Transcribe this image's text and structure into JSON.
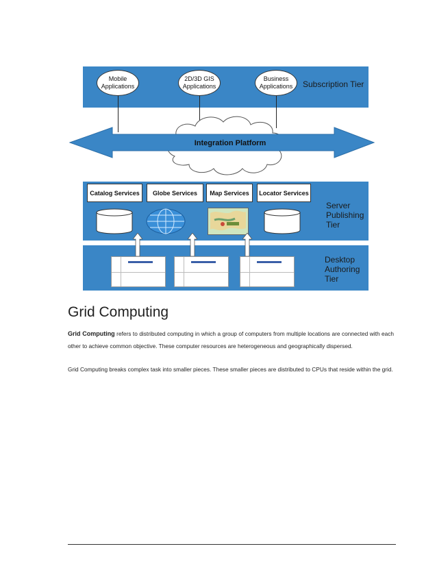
{
  "diagram": {
    "subscription": {
      "tier_label": "Subscription Tier",
      "apps": [
        "Mobile Applications",
        "2D/3D GIS Applications",
        "Business Applications"
      ]
    },
    "integration_label": "Integration Platform",
    "publishing": {
      "tier_label_lines": [
        "Server",
        "Publishing",
        "Tier"
      ],
      "services": [
        "Catalog Services",
        "Globe Services",
        "Map Services",
        "Locator Services"
      ]
    },
    "authoring": {
      "tier_label_lines": [
        "Desktop",
        "Authoring",
        "Tier"
      ]
    },
    "colors": {
      "band": "#3a86c6",
      "arrow": "#3a86c6"
    }
  },
  "section": {
    "heading": "Grid Computing",
    "p1_term": "Grid Computing",
    "p1_rest": " refers to distributed computing in which a group of computers from multiple locations are connected with each other to achieve common objective. These computer resources are heterogeneous and geographically dispersed.",
    "p2": "Grid Computing breaks complex task into smaller pieces. These smaller pieces are distributed to CPUs that reside within the grid."
  }
}
